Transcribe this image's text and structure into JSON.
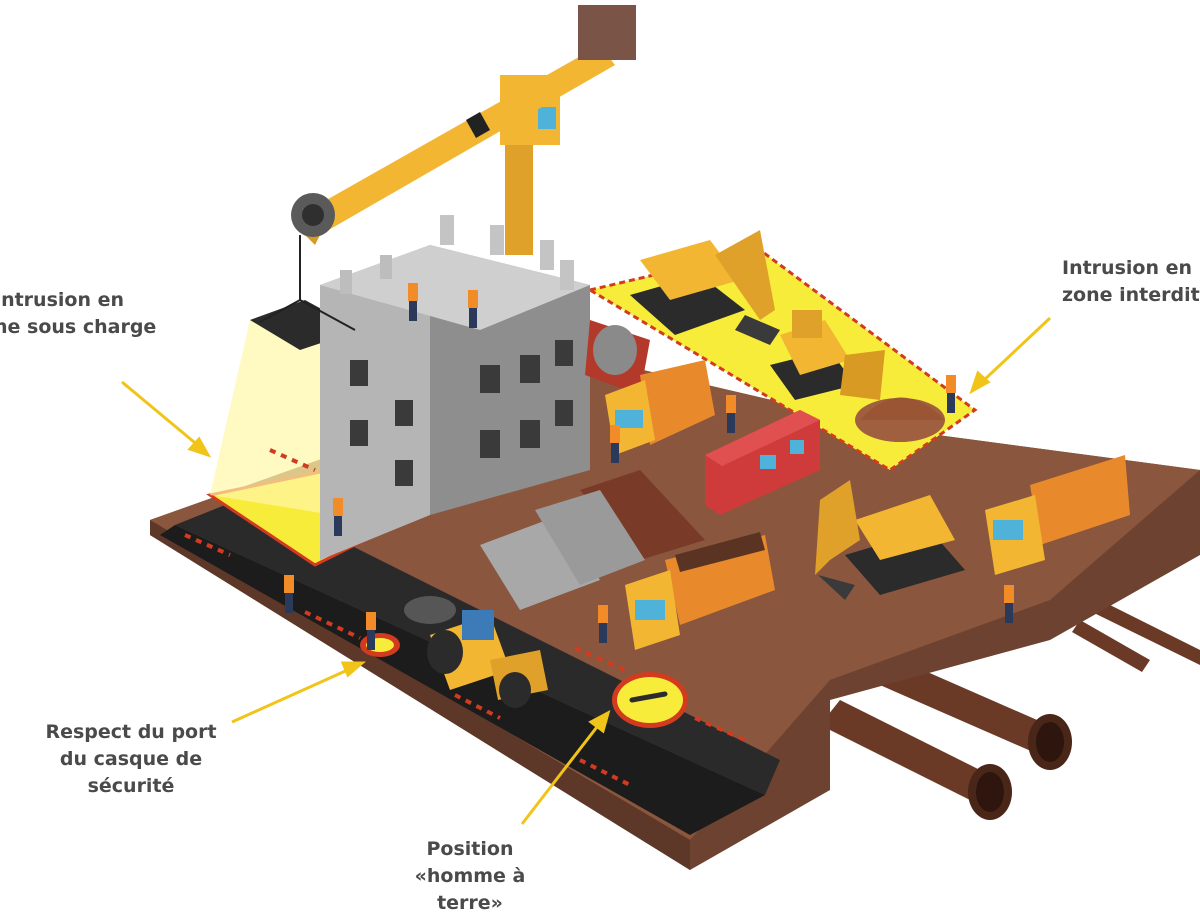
{
  "callouts": {
    "load": {
      "line1": "Intrusion en",
      "line2": "ne sous charge"
    },
    "zone": {
      "line1": "Intrusion en",
      "line2": "zone interdit"
    },
    "helmet": {
      "line1": "Respect du port",
      "line2": "du casque de",
      "line3": "sécurité"
    },
    "man_down": {
      "line1": "Position",
      "line2": "«homme à",
      "line3": "terre»"
    }
  },
  "colors": {
    "ground": "#7a4a35",
    "ground_top": "#8a563d",
    "asphalt": "#1c1c1c",
    "machine_yellow": "#f2b632",
    "danger_zone": "#f7ec3a",
    "truck_dump": "#e88a2c",
    "site_cabin": "#cf3b3b",
    "concrete": "#9a9a9a",
    "arrow": "#f0c419",
    "label_text": "#4a4a4a"
  },
  "icons": [
    "tower-crane-icon",
    "suspended-load-icon",
    "excavator-icon",
    "bulldozer-icon",
    "dump-truck-icon",
    "road-roller-icon",
    "worker-icon",
    "barrier-icon",
    "pipe-icon"
  ]
}
